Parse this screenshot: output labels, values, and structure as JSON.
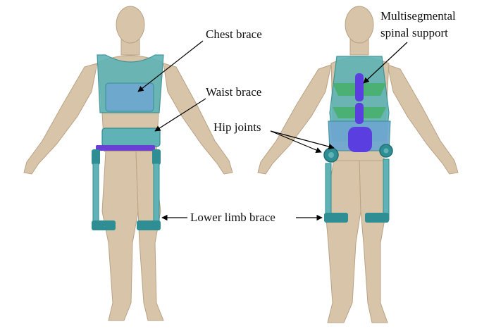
{
  "labels": {
    "chest_brace": "Chest brace",
    "waist_brace": "Waist brace",
    "hip_joints": "Hip joints",
    "lower_limb_brace": "Lower limb brace",
    "spinal_support_line1": "Multisegmental",
    "spinal_support_line2": "spinal support"
  },
  "figures": {
    "front": "front-view-figure",
    "back": "back-view-figure"
  },
  "colors": {
    "skin": "#d8c4a8",
    "skin_shadow": "#b9a385",
    "brace_teal": "#5fb3b6",
    "brace_teal_dark": "#2f8e93",
    "brace_blue": "#6fa7cf",
    "belt_purple": "#6a3fd6",
    "spine_purple": "#5a3ee0",
    "spine_green": "#3fae57",
    "arrow": "#000000"
  }
}
